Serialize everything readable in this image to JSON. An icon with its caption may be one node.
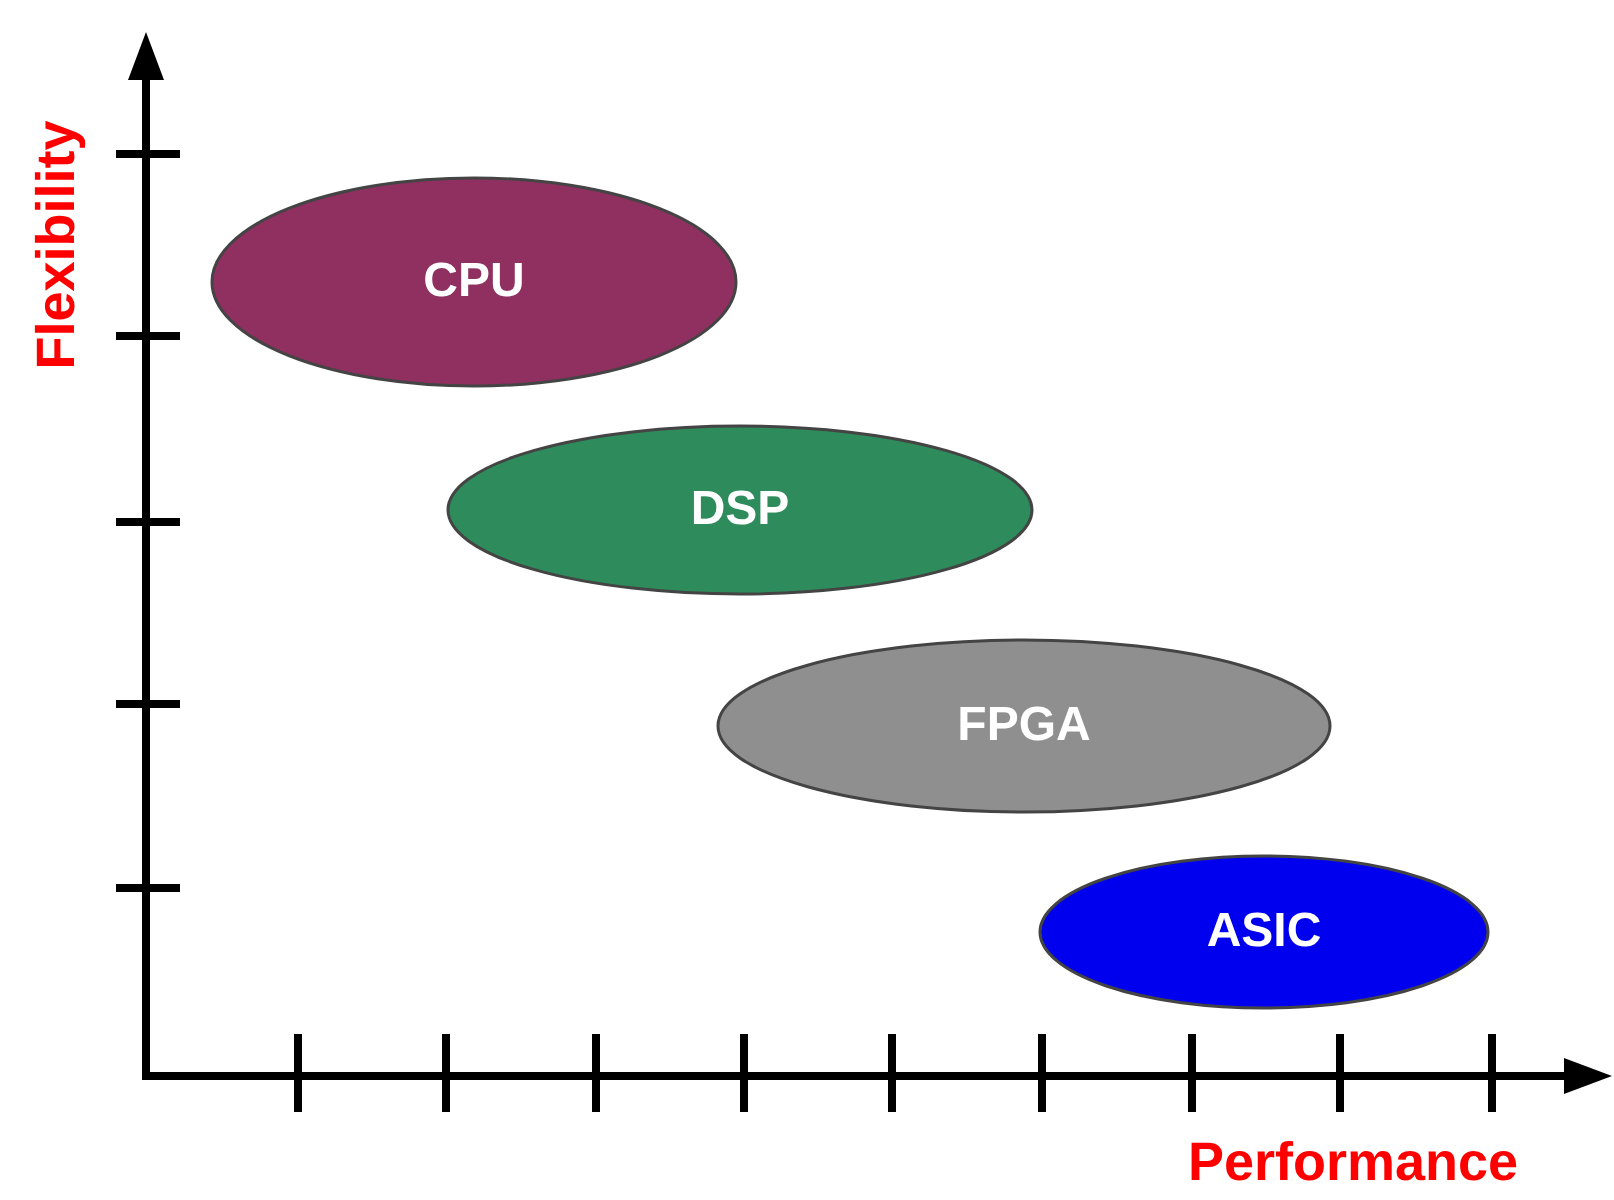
{
  "diagram": {
    "nodes": [
      {
        "text": [
          "CPU"
        ]
      },
      {
        "text": [
          "DSP"
        ]
      },
      {
        "text": [
          "FPGA"
        ]
      },
      {
        "text": [
          "ASIC"
        ]
      }
    ],
    "labels": [
      "Flexibility",
      "Performance"
    ]
  }
}
